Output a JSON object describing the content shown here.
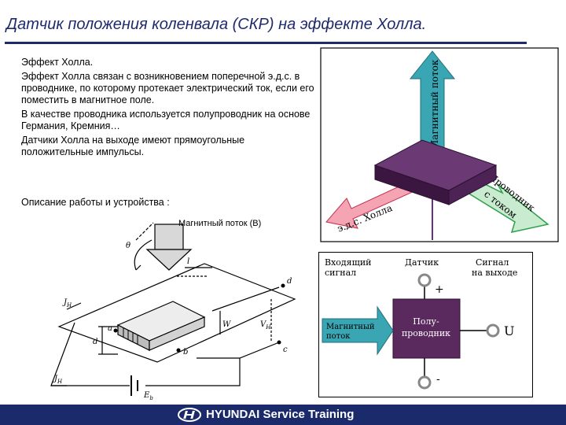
{
  "title": "Датчик положения коленвала (СКР) на эффекте Холла.",
  "intro": {
    "heading": "Эффект Холла.",
    "p1": "Эффект Холла связан с возникновением поперечной э.д.с. в проводнике, по которому протекает электрический ток, если его поместить в магнитное поле.",
    "p2": "В качестве проводника используется полупроводник на основе Германия, Кремния…",
    "p3": "Датчики Холла на выходе имеют прямоугольные положительные импульсы."
  },
  "subheading": "Описание работы и устройства :",
  "hall_3d": {
    "up_label": "Магнитный поток",
    "left_label": "э.д.с. Холла",
    "right_label1": "Проводник",
    "right_label2": "с током"
  },
  "schematic": {
    "flux_label": "Магнитный поток (B)",
    "theta": "θ",
    "l": "l",
    "d": "d",
    "a": "a",
    "b": "b",
    "c": "c",
    "W": "W",
    "VH": "V",
    "VH_sub": "H",
    "JH": "J",
    "JH_sub": "H",
    "JH2": "J",
    "JH2_sub": "H",
    "Eb": "E",
    "Eb_sub": "b"
  },
  "block": {
    "input1": "Входящий",
    "input2": "сигнал",
    "sensor": "Датчик",
    "output1": "Сигнал",
    "output2": "на выходе",
    "plus": "+",
    "minus": "-",
    "flux1": "Магнитный",
    "flux2": "поток",
    "semi1": "Полу-",
    "semi2": "проводник",
    "U": "U"
  },
  "footer": "HYUNDAI Service Training",
  "colors": {
    "title": "#1f2a6e",
    "footer_bg": "#1a2a6b",
    "arrow_teal": "#3aa6b3",
    "arrow_pink": "#e8506f",
    "arrow_green": "#2fa04a",
    "block": "#5a2a5e"
  }
}
